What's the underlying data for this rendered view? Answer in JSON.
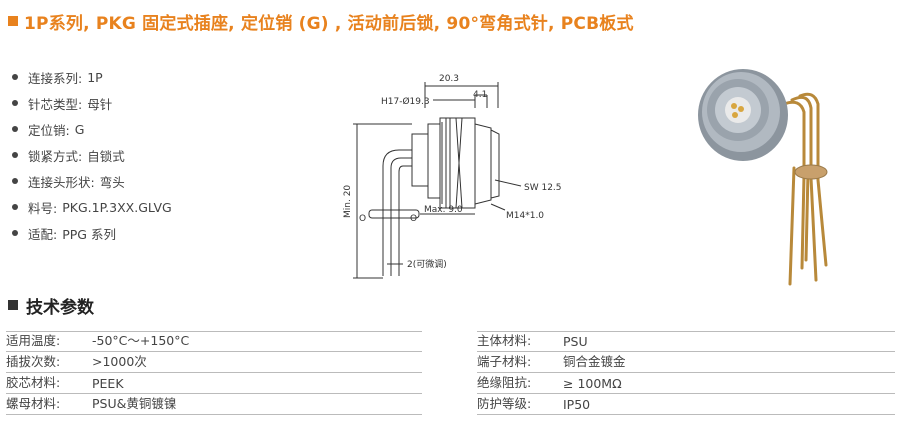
{
  "title": "1P系列, PKG 固定式插座, 定位销 (G) , 活动前后锁, 90°弯角式针, PCB板式",
  "specs": [
    {
      "label": "连接系列",
      "value": "1P"
    },
    {
      "label": "针芯类型",
      "value": "母针"
    },
    {
      "label": "定位销",
      "value": "G"
    },
    {
      "label": "锁紧方式",
      "value": "自锁式"
    },
    {
      "label": "连接头形状",
      "value": "弯头"
    },
    {
      "label": "料号",
      "value": "PKG.1P.3XX.GLVG"
    },
    {
      "label": "适配",
      "value": "PPG 系列"
    }
  ],
  "drawing": {
    "dim_overall": "20.3",
    "dim_bore": "H17-Ø19.3",
    "dim_small": "4.1",
    "dim_sw": "SW 12.5",
    "dim_thread": "M14*1.0",
    "dim_max": "Max. 9.0",
    "dim_min": "Min. 20",
    "dim_pitch": "2(可微调)",
    "marker_left": "O",
    "marker_right": "O"
  },
  "section_title": "技术参数",
  "params_left": [
    {
      "label": "适用温度",
      "value": "-50°C〜+150°C"
    },
    {
      "label": "插拔次数",
      "value": ">1000次"
    },
    {
      "label": "胶芯材料",
      "value": "PEEK"
    },
    {
      "label": "螺母材料",
      "value": "PSU&黄铜镀镍"
    }
  ],
  "params_right": [
    {
      "label": "主体材料",
      "value": "PSU"
    },
    {
      "label": "端子材料",
      "value": "铜合金镀金"
    },
    {
      "label": "绝缘阻抗",
      "value": "≥ 100MΩ"
    },
    {
      "label": "防护等级",
      "value": "IP50"
    }
  ],
  "colors": {
    "accent": "#e8821e",
    "text": "#444444",
    "rule": "#bbbbbb"
  }
}
